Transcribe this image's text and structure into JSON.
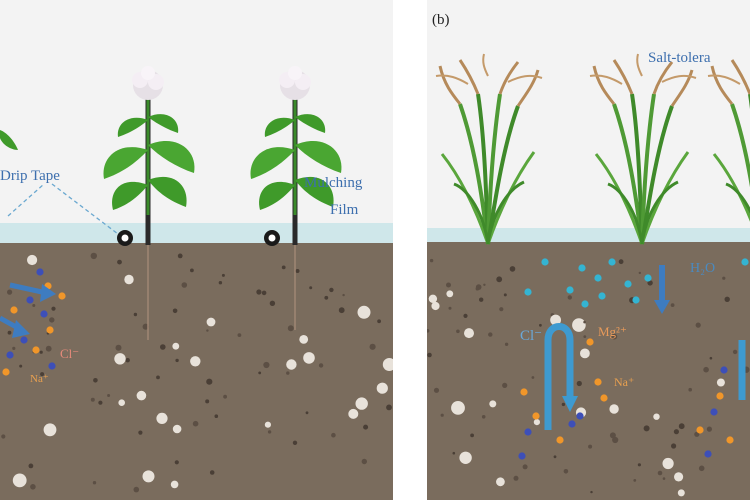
{
  "panels": [
    {
      "id": "a",
      "label": "",
      "labels": {
        "drip_tape": "Drip Tape",
        "mulching_1": "Mulching",
        "mulching_2": "Film"
      },
      "ions": [
        "Cl⁻",
        "Na⁺"
      ]
    },
    {
      "id": "b",
      "label": "(b)",
      "labels": {
        "salt_tolerant": "Salt-tolera"
      },
      "ions": [
        "H₂O",
        "Cl⁻",
        "Mg²⁺",
        "Na⁺"
      ]
    }
  ],
  "colors": {
    "sky": "#f3f3f3",
    "soil": "#7a6c5d",
    "soil_top": "#6e6052",
    "film": "#cfe7ea",
    "label_blue": "#3d6fae",
    "arrow_blue": "#3e7cc0",
    "dot_orange": "#f0962a",
    "dot_blue": "#3d4fb8",
    "dot_cyan": "#34b4d2",
    "leaf": "#3f9a2a",
    "grass": "#4f9a35",
    "flower": "#e6e0e6",
    "seed_head": "#b58a5a"
  },
  "icons": [
    "cotton-plant-icon",
    "rice-plant-icon",
    "drip-emitter-icon"
  ]
}
